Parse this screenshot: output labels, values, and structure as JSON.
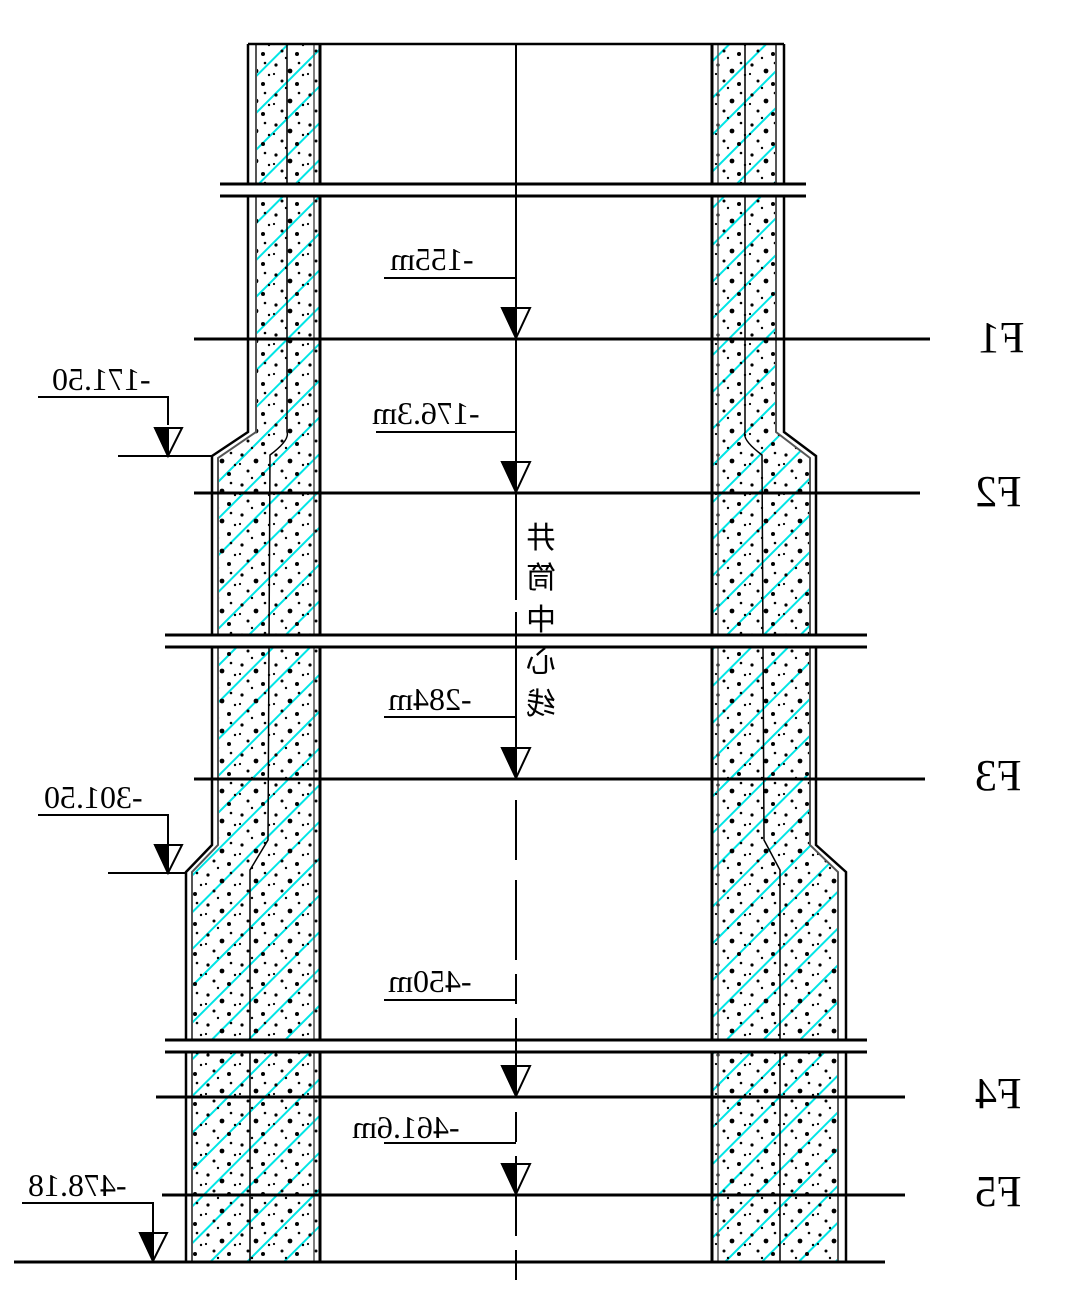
{
  "diagram": {
    "title": "Shaft lining cross-section (mirrored)",
    "mirrored": true,
    "center_line_label": "井筒中心线",
    "center_line_chars": [
      "井",
      "筒",
      "中",
      "心",
      "线"
    ],
    "colors": {
      "line": "#000000",
      "hatch": "#00e5e5",
      "fill": "#ffffff"
    },
    "elevations_center": [
      {
        "id": "e155",
        "label": "-155m"
      },
      {
        "id": "e176",
        "label": "-176.3m"
      },
      {
        "id": "e284",
        "label": "-284m"
      },
      {
        "id": "e450",
        "label": "-450m"
      },
      {
        "id": "e461",
        "label": "-461.6m"
      }
    ],
    "elevations_side": [
      {
        "id": "s171",
        "label": "-171.50"
      },
      {
        "id": "s301",
        "label": "-301.50"
      },
      {
        "id": "s478",
        "label": "-478.18"
      }
    ],
    "levels": [
      {
        "id": "F1",
        "label": "F1"
      },
      {
        "id": "F2",
        "label": "F2"
      },
      {
        "id": "F3",
        "label": "F3"
      },
      {
        "id": "F4",
        "label": "F4"
      },
      {
        "id": "F5",
        "label": "F5"
      }
    ]
  }
}
